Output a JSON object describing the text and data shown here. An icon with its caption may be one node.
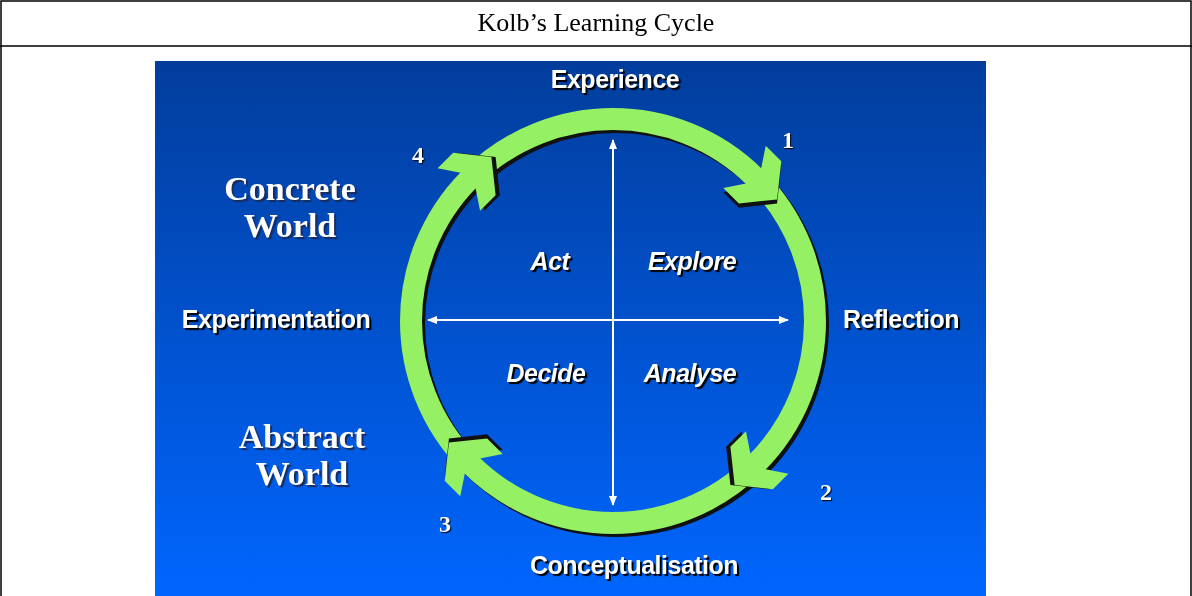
{
  "diagram": {
    "title": "Kolb’s Learning Cycle",
    "labels": [
      "Experience",
      "1",
      "4",
      "Concrete World",
      "Act",
      "Explore",
      "Experimentation",
      "Reflection",
      "Decide",
      "Analyse",
      "Abstract World",
      "2",
      "3",
      "Conceptualisation"
    ]
  }
}
